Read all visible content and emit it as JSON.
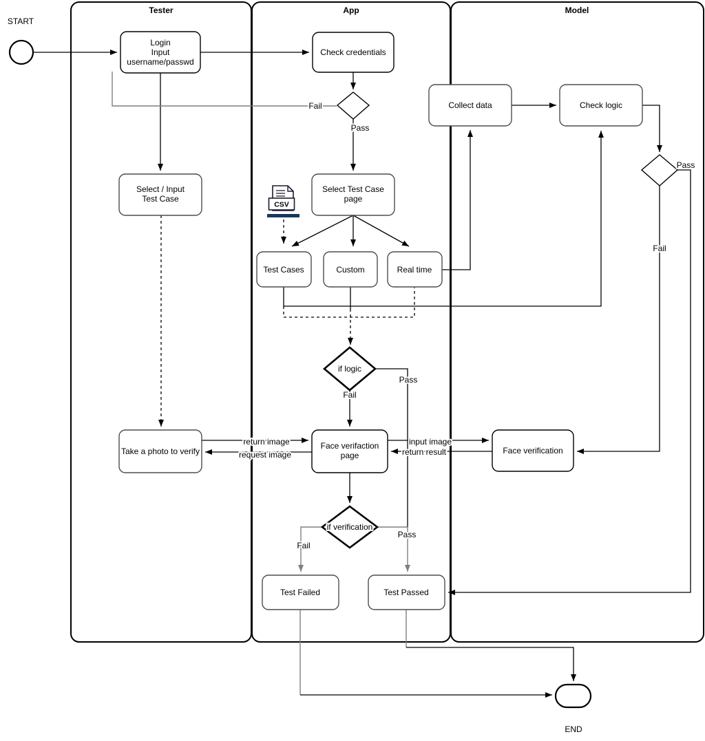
{
  "lanes": [
    {
      "label": "Tester"
    },
    {
      "label": "App"
    },
    {
      "label": "Model"
    }
  ],
  "terminators": {
    "start_label": "START",
    "end_label": "END"
  },
  "nodes": {
    "login": {
      "lines": [
        "Login",
        "Input",
        "username/passwd"
      ]
    },
    "check_credentials": {
      "lines": [
        "Check credentials"
      ]
    },
    "select_input": {
      "lines": [
        "Select / Input",
        "Test Case"
      ]
    },
    "select_test_case_page": {
      "lines": [
        "Select Test Case",
        "page"
      ]
    },
    "test_cases": {
      "lines": [
        "Test Cases"
      ]
    },
    "custom": {
      "lines": [
        "Custom"
      ]
    },
    "real_time": {
      "lines": [
        "Real time"
      ]
    },
    "collect_data": {
      "lines": [
        "Collect data"
      ]
    },
    "check_logic": {
      "lines": [
        "Check logic"
      ]
    },
    "take_photo": {
      "lines": [
        "Take a photo to verify"
      ]
    },
    "face_page": {
      "lines": [
        "Face verifaction",
        "page"
      ]
    },
    "face_verification": {
      "lines": [
        "Face verification"
      ]
    },
    "test_failed": {
      "lines": [
        "Test Failed"
      ]
    },
    "test_passed": {
      "lines": [
        "Test Passed"
      ]
    }
  },
  "decisions": {
    "if_logic": {
      "label": "if logic"
    },
    "if_verification": {
      "label": "if verification"
    }
  },
  "edge_labels": {
    "cred_fail": "Fail",
    "cred_pass": "Pass",
    "model_pass": "Pass",
    "model_fail": "Fail",
    "logic_pass": "Pass",
    "logic_fail": "Fail",
    "verif_pass": "Pass",
    "verif_fail": "Fail",
    "return_image": "return image",
    "request_image": "request image",
    "input_image": "input image",
    "return_result": "return result"
  },
  "csv_icon": {
    "label": "CSV"
  },
  "colors": {
    "line": "#000000",
    "gray_line": "#7f7f7f",
    "csv_bar": "#17375e",
    "background": "#ffffff"
  }
}
